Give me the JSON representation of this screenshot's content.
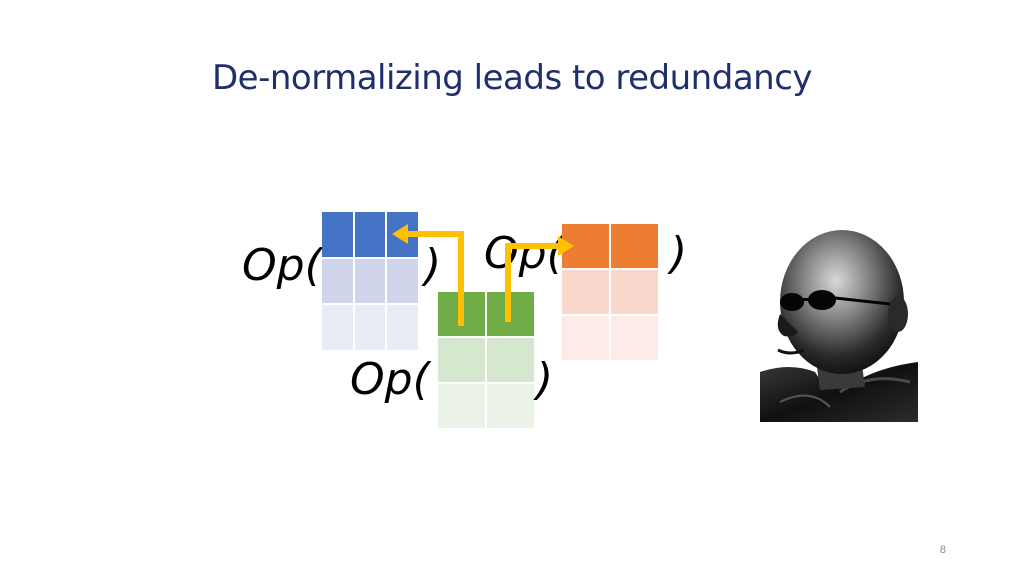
{
  "slide": {
    "title": "De-normalizing leads to redundancy",
    "page_number": "8"
  },
  "expressions": {
    "left_op": "Op(",
    "left_close": ")",
    "right_op": "Op(",
    "right_close": ")",
    "bottom_op": "Op(",
    "bottom_close": ")"
  },
  "tables": {
    "blue": {
      "header_color": "#4472c4",
      "body_colors": [
        "#cfd5ea",
        "#e9ebf5"
      ]
    },
    "orange": {
      "header_color": "#ed7d31",
      "body_colors": [
        "#f9d7cb",
        "#fcebe6"
      ]
    },
    "green": {
      "header_color": "#70ad47",
      "body_colors": [
        "#d5e8cf",
        "#ebf2e8"
      ]
    }
  },
  "arrow_color": "#ffc000",
  "portrait": {
    "description_icon": "person-with-sunglasses-portrait-icon"
  }
}
